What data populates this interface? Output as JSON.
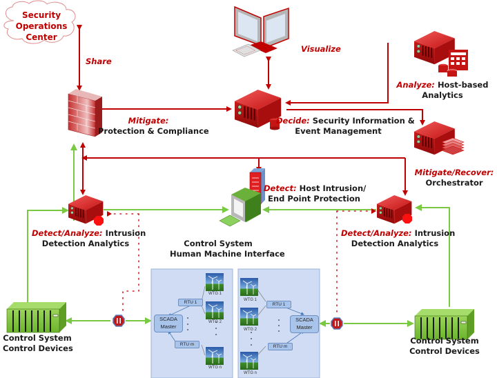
{
  "colors": {
    "red_link": "#c00000",
    "green_link": "#7ac943",
    "panel_bg": "#cfdcf3"
  },
  "nodes": {
    "soc": {
      "lines": [
        "Security",
        "Operations",
        "Center"
      ]
    },
    "share": {
      "label": "Share"
    },
    "visualize": {
      "label": "Visualize"
    },
    "firewall": {
      "action": "Mitigate:",
      "name": "Protection & Compliance"
    },
    "siem": {
      "action": "Decide:",
      "name_line1": "Security Information &",
      "name_line2": "Event Management"
    },
    "host_analytics": {
      "action": "Analyze:",
      "name_line1": "Host-based",
      "name_line2": "Analytics"
    },
    "orchestrator": {
      "action": "Mitigate/Recover:",
      "name": "Orchestrator"
    },
    "hids": {
      "action": "Detect:",
      "name_line1": "Host Intrusion/",
      "name_line2": "End Point Protection"
    },
    "ids_left": {
      "action": "Detect/Analyze:",
      "name_line1": "Intrusion",
      "name_line2": "Detection Analytics"
    },
    "ids_right": {
      "action": "Detect/Analyze:",
      "name_line1": "Intrusion",
      "name_line2": "Detection Analytics"
    },
    "hmi": {
      "line1": "Control System",
      "line2": "Human Machine Interface"
    },
    "devices_left": {
      "line1": "Control System",
      "line2": "Control Devices"
    },
    "devices_right": {
      "line1": "Control System",
      "line2": "Control Devices"
    }
  },
  "scada_left": {
    "master": [
      "SCADA",
      "Master"
    ],
    "rtus": [
      "RTU 1",
      "RTU m"
    ],
    "wtgs": [
      "WTG 1",
      "WTG 2",
      "WTG n"
    ]
  },
  "scada_right": {
    "master": [
      "SCADA",
      "Master"
    ],
    "rtus": [
      "RTU 1",
      "RTU m"
    ],
    "wtgs": [
      "WTG 1",
      "WTG 2",
      "WTG n"
    ]
  },
  "icons": {
    "soc": "cloud-icon",
    "workstation": "dual-monitor-icon",
    "firewall": "firewall-icon",
    "siem": "server-database-icon",
    "host_analytics": "server-calculator-icon",
    "orchestrator": "server-stack-icon",
    "hids": "tower-pc-icon",
    "ids": "server-stop-icon",
    "hmi": "computer-icon",
    "devices": "plc-rack-icon",
    "tap": "network-tap-icon",
    "wtg": "wind-turbine-icon"
  }
}
